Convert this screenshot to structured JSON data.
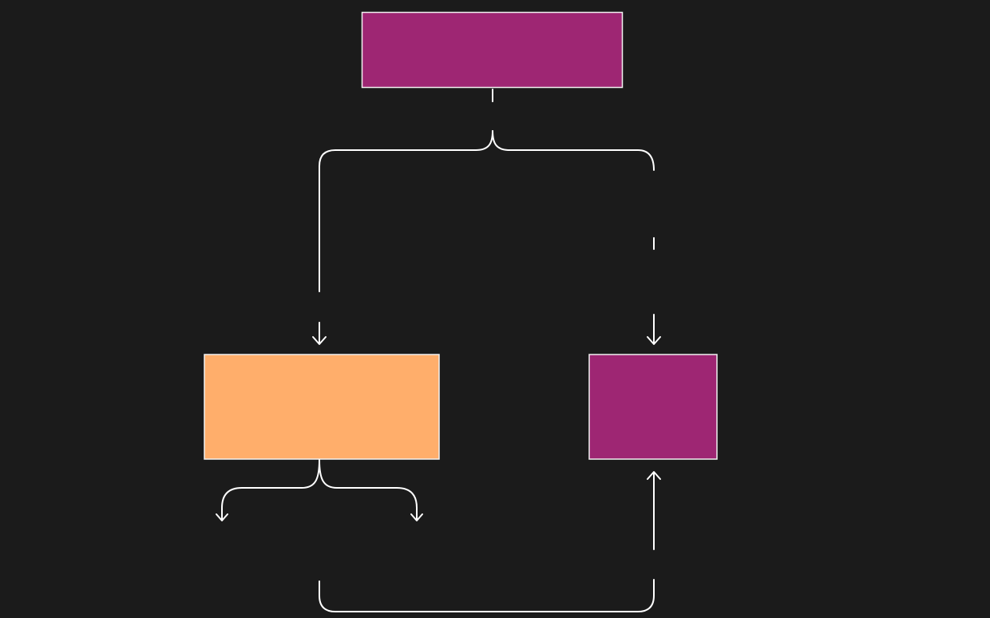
{
  "diagram": {
    "nodes": [
      {
        "id": "top-node",
        "shape": "rectangle",
        "color": "#9e2673"
      },
      {
        "id": "left-node",
        "shape": "rectangle",
        "color": "#ffae6b"
      },
      {
        "id": "right-node",
        "shape": "rectangle",
        "color": "#9e2673"
      }
    ],
    "edges": [
      {
        "id": "top-to-left",
        "from": "top-node",
        "to": "left-node",
        "arrow": "end"
      },
      {
        "id": "top-to-right",
        "from": "top-node",
        "to": "right-node",
        "arrow": "end"
      },
      {
        "id": "left-branch-left",
        "from": "left-node",
        "to": null,
        "arrow": "end"
      },
      {
        "id": "left-branch-right",
        "from": "left-node",
        "to": null,
        "arrow": "end"
      },
      {
        "id": "loop-to-right",
        "from": null,
        "to": "right-node",
        "arrow": "end"
      }
    ],
    "colors": {
      "background": "#1b1b1b",
      "line": "#ffffff",
      "magenta": "#9e2673",
      "orange": "#ffae6b"
    }
  }
}
